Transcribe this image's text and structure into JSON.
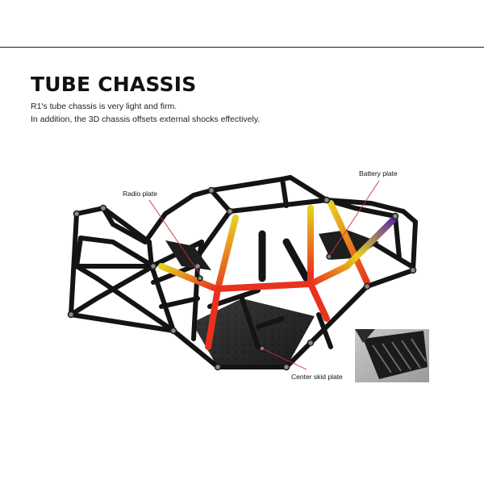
{
  "header": {
    "title": "TUBE CHASSIS",
    "description_line1": "R1's tube chassis is very light and firm.",
    "description_line2": "In addition, the 3D chassis offsets external shocks effectively."
  },
  "callouts": {
    "radio_plate": "Radio plate",
    "battery_plate": "Battery plate",
    "center_skid_plate": "Center skid plate"
  },
  "colors": {
    "stress_red": "#e8321e",
    "stress_yellow": "#e6d020",
    "stress_purple": "#5a2ca0",
    "frame": "#141414",
    "callout_line": "#d0303a"
  }
}
